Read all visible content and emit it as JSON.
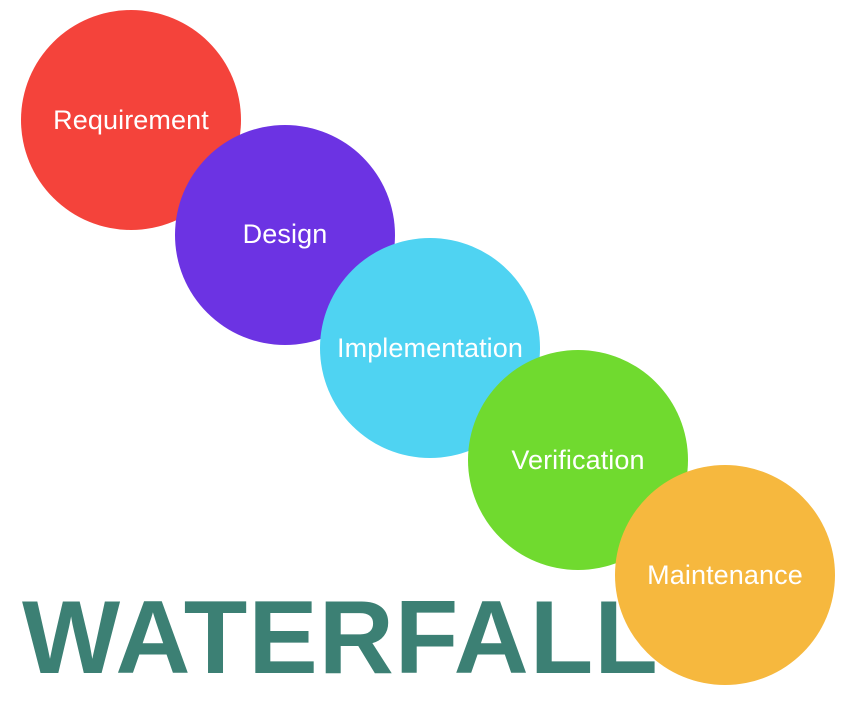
{
  "diagram": {
    "title_text": "WATERFALL",
    "title_color": "#3c8074",
    "background_color": "#ffffff",
    "label_text_color": "#ffffff",
    "phases": [
      {
        "label": "Requirement",
        "color": "#f4433b"
      },
      {
        "label": "Design",
        "color": "#6c33e3"
      },
      {
        "label": "Implementation",
        "color": "#4fd3f2"
      },
      {
        "label": "Verification",
        "color": "#70da2f"
      },
      {
        "label": "Maintenance",
        "color": "#f6b83e"
      }
    ]
  }
}
